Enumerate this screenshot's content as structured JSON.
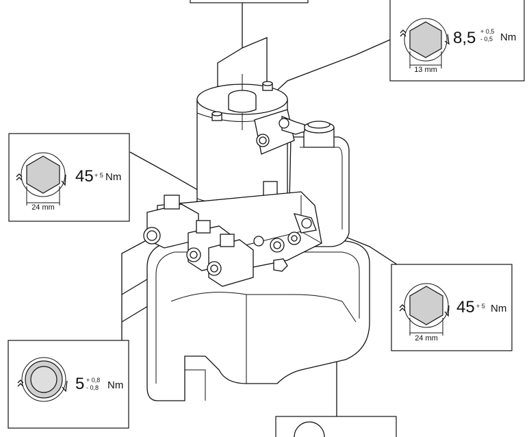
{
  "callouts": [
    {
      "id": "top-right",
      "value": "8,5",
      "tol_upper": "+ 0,5",
      "tol_lower": "- 0,5",
      "unit": "Nm",
      "dimension": "13 mm",
      "shape": "hex"
    },
    {
      "id": "mid-left",
      "value": "45",
      "tol_upper": "+ 5",
      "tol_lower": "",
      "unit": "Nm",
      "dimension": "24 mm",
      "shape": "hex"
    },
    {
      "id": "mid-right",
      "value": "45",
      "tol_upper": "+ 5",
      "tol_lower": "",
      "unit": "Nm",
      "dimension": "24 mm",
      "shape": "hex"
    },
    {
      "id": "bottom-left",
      "value": "5",
      "tol_upper": "+ 0,8",
      "tol_lower": "- 0,8",
      "unit": "Nm",
      "dimension": "",
      "shape": "round"
    }
  ]
}
